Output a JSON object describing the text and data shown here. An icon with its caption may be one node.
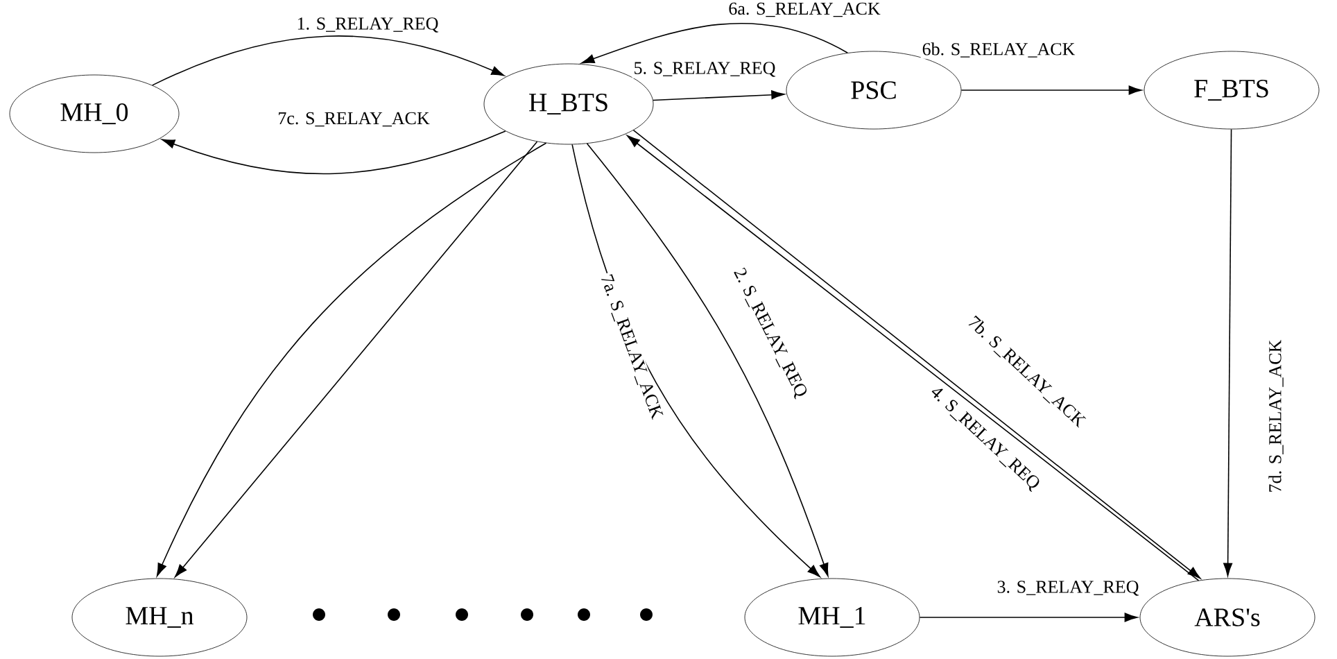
{
  "diagram": {
    "nodes": [
      {
        "text": [
          "MH_0"
        ]
      },
      {
        "text": [
          "H_BTS"
        ]
      },
      {
        "text": [
          "PSC"
        ]
      },
      {
        "text": [
          "F_BTS"
        ]
      },
      {
        "text": [
          "MH_n"
        ]
      },
      {
        "text": [
          "MH_1"
        ]
      },
      {
        "text": [
          "ARS's"
        ]
      }
    ],
    "edges": [
      {
        "from": 0,
        "to": 1,
        "arrow": "to",
        "label": "1. S_RELAY_REQ"
      },
      {
        "from": 1,
        "to": 0,
        "arrow": "to",
        "label": "7c. S_RELAY_ACK"
      },
      {
        "from": 1,
        "to": 2,
        "arrow": "to",
        "label": "5. S_RELAY_REQ"
      },
      {
        "from": 2,
        "to": 1,
        "arrow": "to",
        "label": "6a. S_RELAY_ACK"
      },
      {
        "from": 2,
        "to": 3,
        "arrow": "to",
        "label": "6b. S_RELAY_ACK"
      },
      {
        "from": 3,
        "to": 6,
        "arrow": "to",
        "label": "7d. S_RELAY_ACK"
      },
      {
        "from": 1,
        "to": 4,
        "arrow": "to"
      },
      {
        "from": 1,
        "to": 4,
        "arrow": "to"
      },
      {
        "from": 1,
        "to": 5,
        "arrow": "to",
        "label": "7a. S_RELAY_ACK"
      },
      {
        "from": 1,
        "to": 5,
        "arrow": "to",
        "label": "2. S_RELAY_REQ"
      },
      {
        "from": 5,
        "to": 6,
        "arrow": "to",
        "label": "3. S_RELAY_REQ"
      },
      {
        "from": 6,
        "to": 1,
        "arrow": "to",
        "label": "4. S_RELAY_REQ"
      },
      {
        "from": 1,
        "to": 6,
        "arrow": "to",
        "label": "7b. S_RELAY_ACK"
      }
    ]
  }
}
